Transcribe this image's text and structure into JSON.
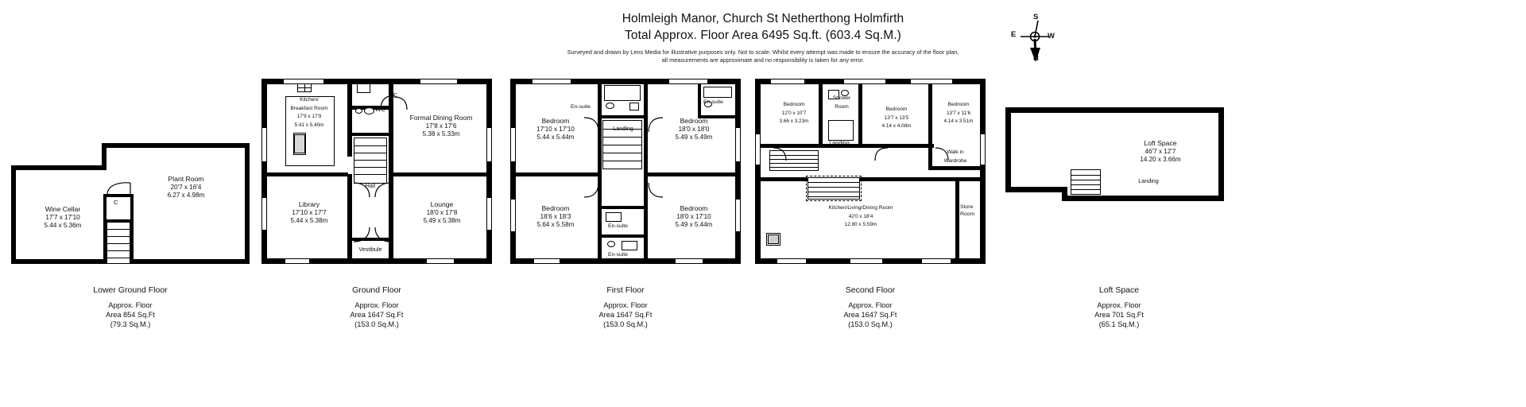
{
  "header": {
    "title": "Holmleigh Manor, Church St Netherthong Holmfirth",
    "subtitle": "Total Approx. Floor Area 6495 Sq.ft. (603.4 Sq.M.)",
    "note_line1": "Surveyed and drawn by Lens Media for illustrative purposes only. Not to scale. Whilst every attempt was made to ensure the accuracy of the floor plan,",
    "note_line2": "all measurements are approximate and no responsibility is taken for any error."
  },
  "compass": {
    "north": "N",
    "south": "S",
    "east": "E",
    "west": "W"
  },
  "floors": [
    {
      "id": "lower-ground",
      "name": "Lower Ground Floor",
      "approx_label": "Approx. Floor",
      "area_ft": "Area 854 Sq.Ft",
      "area_m": "(79.3 Sq.M.)",
      "rooms": [
        {
          "name": "Wine Cellar",
          "imperial": "17'7 x 17'10",
          "metric": "5.44 x 5.36m"
        },
        {
          "name": "Plant Room",
          "imperial": "20'7 x 16'4",
          "metric": "6.27 x 4.98m"
        }
      ],
      "tags": [
        "C"
      ]
    },
    {
      "id": "ground",
      "name": "Ground Floor",
      "approx_label": "Approx. Floor",
      "area_ft": "Area 1647 Sq.Ft",
      "area_m": "(153.0 Sq.M.)",
      "rooms": [
        {
          "name": "Kitchen/",
          "name2": "Breakfast Room",
          "imperial": "17'9 x 17'9",
          "metric": "5.41 x 5.40m"
        },
        {
          "name": "Formal Dining Room",
          "imperial": "17'8 x 17'6",
          "metric": "5.38 x 5.33m"
        },
        {
          "name": "Library",
          "imperial": "17'10 x 17'7",
          "metric": "5.44 x 5.38m"
        },
        {
          "name": "Lounge",
          "imperial": "18'0 x 17'8",
          "metric": "5.49 x 5.38m"
        },
        {
          "name": "Hall"
        },
        {
          "name": "Vestibule"
        }
      ],
      "tags": [
        "WC",
        "C"
      ]
    },
    {
      "id": "first",
      "name": "First Floor",
      "approx_label": "Approx. Floor",
      "area_ft": "Area 1647 Sq.Ft",
      "area_m": "(153.0 Sq.M.)",
      "rooms": [
        {
          "name": "Bedroom",
          "imperial": "17'10 x 17'10",
          "metric": "5.44 x 5.44m"
        },
        {
          "name": "Bedroom",
          "imperial": "18'0 x 18'0",
          "metric": "5.49 x 5.49m"
        },
        {
          "name": "Bedroom",
          "imperial": "18'6 x 18'3",
          "metric": "5.64 x 5.58m"
        },
        {
          "name": "Bedroom",
          "imperial": "18'0 x 17'10",
          "metric": "5.49 x 5.44m"
        },
        {
          "name": "Landing"
        }
      ],
      "tags": [
        "En-suite",
        "En-suite",
        "En-suite",
        "En-suite"
      ]
    },
    {
      "id": "second",
      "name": "Second Floor",
      "approx_label": "Approx. Floor",
      "area_ft": "Area 1647 Sq.Ft",
      "area_m": "(153.0 Sq.M.)",
      "rooms": [
        {
          "name": "Bedroom",
          "imperial": "12'0 x 10'7",
          "metric": "3.66 x 3.23m"
        },
        {
          "name": "Bedroom",
          "imperial": "13'7 x 13'5",
          "metric": "4.14 x 4.08m"
        },
        {
          "name": "Bedroom",
          "imperial": "13'7 x 11'6",
          "metric": "4.14 x 3.51m"
        },
        {
          "name": "Kitchen/Living/Dining Room",
          "imperial": "42'0 x 18'4",
          "metric": "12.80 x 5.59m"
        },
        {
          "name": "Landing"
        },
        {
          "name": "Shower",
          "name2": "Room"
        },
        {
          "name": "Walk in",
          "name2": "Wardrobe"
        },
        {
          "name": "Store",
          "name2": "Room"
        }
      ],
      "tags": []
    },
    {
      "id": "loft",
      "name": "Loft Space",
      "approx_label": "Approx. Floor",
      "area_ft": "Area 701 Sq.Ft",
      "area_m": "(65.1 Sq.M.)",
      "rooms": [
        {
          "name": "Loft Space",
          "imperial": "46'7 x 12'7",
          "metric": "14.20 x 3.66m"
        },
        {
          "name": "Landing"
        }
      ],
      "tags": []
    }
  ]
}
